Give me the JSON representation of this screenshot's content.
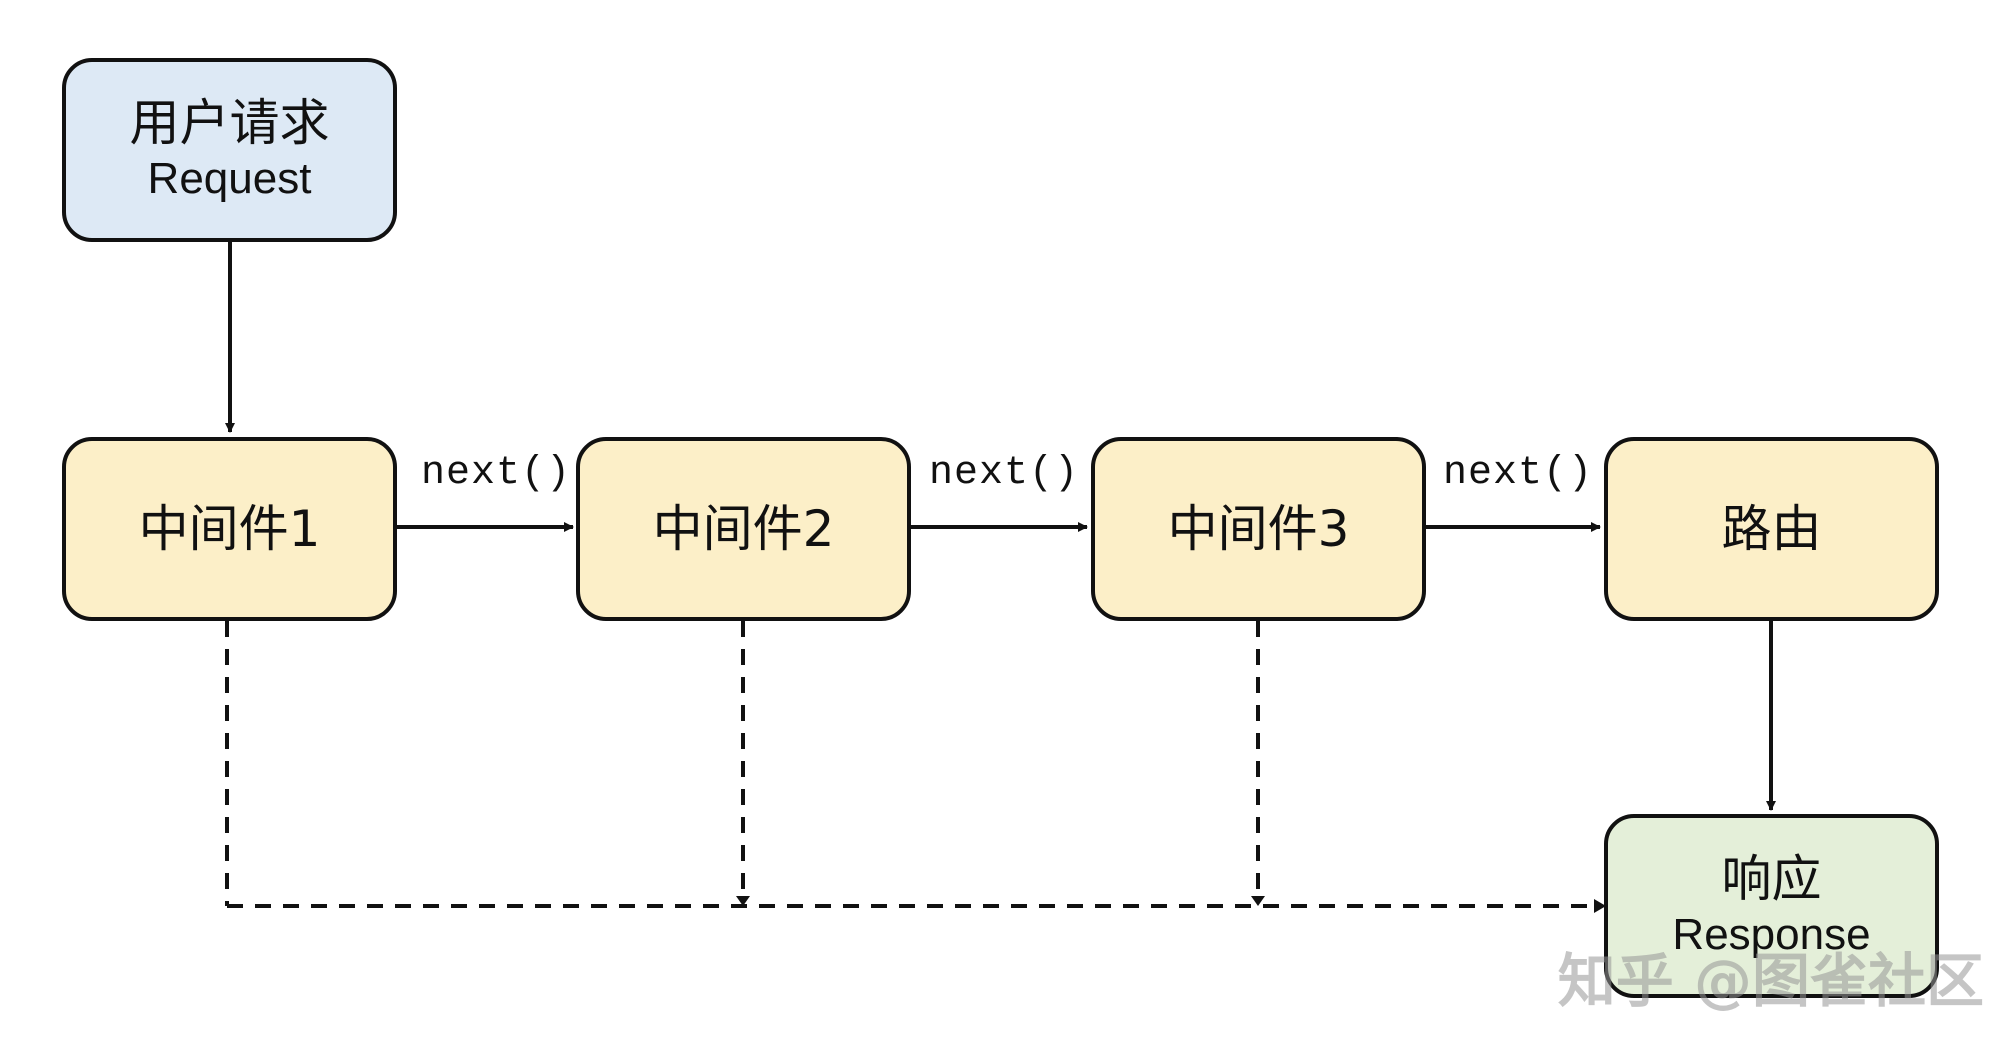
{
  "colors": {
    "request_fill": "#dde9f5",
    "middleware_fill": "#fcefc8",
    "response_fill": "#e4efd9",
    "stroke": "#111111"
  },
  "nodes": {
    "request": {
      "title": "用户请求",
      "subtitle": "Request"
    },
    "middleware1": {
      "label": "中间件1"
    },
    "middleware2": {
      "label": "中间件2"
    },
    "middleware3": {
      "label": "中间件3"
    },
    "router": {
      "label": "路由"
    },
    "response": {
      "title": "响应",
      "subtitle": "Response"
    }
  },
  "edges": {
    "next1": "next()",
    "next2": "next()",
    "next3": "next()"
  },
  "watermark": "知乎 @图雀社区"
}
